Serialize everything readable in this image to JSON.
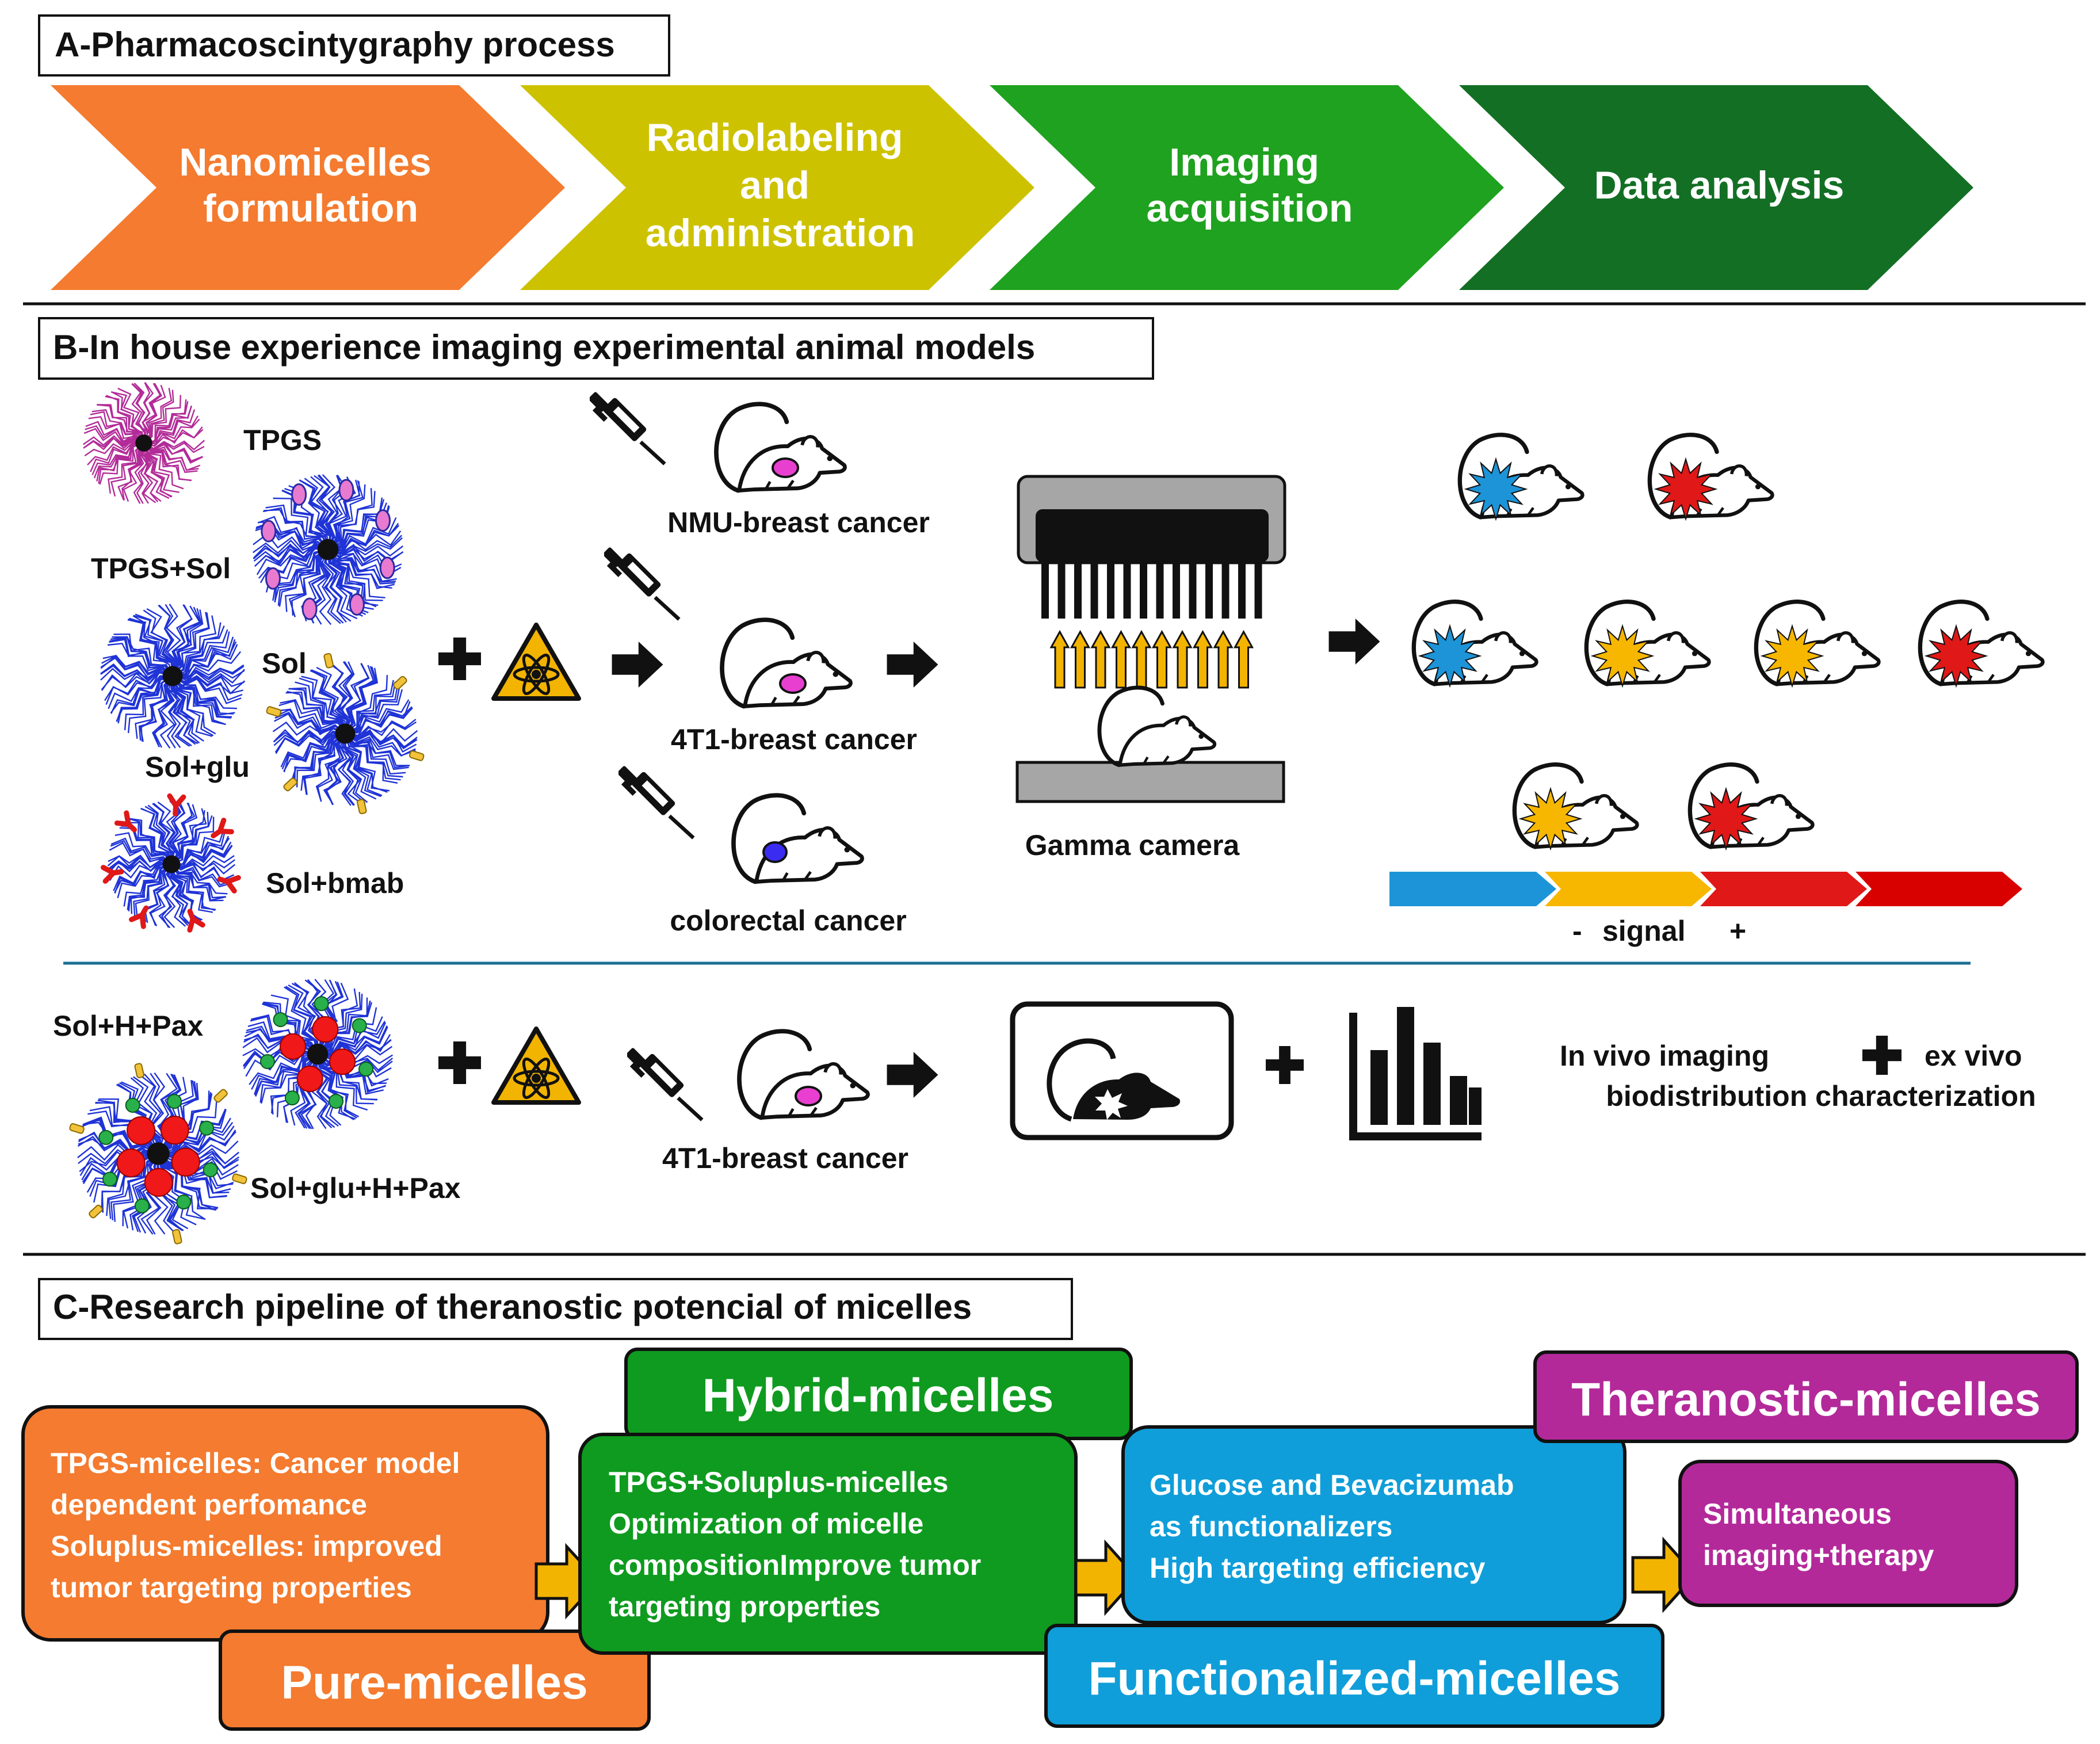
{
  "colors": {
    "orange": "#f47b2f",
    "olive": "#cdc200",
    "green": "#1fa21f",
    "dark_green": "#136f24",
    "stage_green": "#0f9b1f",
    "blue": "#0f9ed9",
    "purple": "#b3299a",
    "yellow_arrow": "#f2b400",
    "signal_blue": "#1d94d8",
    "signal_yellow": "#f7b700",
    "signal_red": "#e01818"
  },
  "section_a": {
    "title": "A-Pharmacoscintygraphy process",
    "steps": [
      {
        "lines": [
          "Nanomicelles",
          "formulation"
        ],
        "color": "#f47b2f"
      },
      {
        "lines": [
          "Radiolabeling",
          "and",
          "administration"
        ],
        "color": "#cdc200"
      },
      {
        "lines": [
          "Imaging",
          "acquisition"
        ],
        "color": "#1fa21f"
      },
      {
        "lines": [
          "Data analysis"
        ],
        "color": "#136f24"
      }
    ]
  },
  "section_b": {
    "title": "B-In house experience imaging experimental animal models",
    "micelles": {
      "tpgs": "TPGS",
      "tpgs_sol": "TPGS+Sol",
      "sol": "Sol",
      "sol_glu": "Sol+glu",
      "sol_bmab": "Sol+bmab",
      "sol_h_pax": "Sol+H+Pax",
      "sol_glu_h_pax": "Sol+glu+H+Pax"
    },
    "models": {
      "nmu": "NMU-breast cancer",
      "t41": "4T1-breast cancer",
      "colorectal": "colorectal cancer",
      "t41_lower": "4T1-breast cancer"
    },
    "camera_label": "Gamma camera",
    "signal": {
      "minus": "-",
      "label": "signal",
      "plus": "+"
    },
    "in_vivo": "In vivo imaging",
    "ex_vivo": "ex vivo",
    "biodistribution": "biodistribution characterization"
  },
  "section_c": {
    "title": "C-Research pipeline of theranostic potencial of micelles",
    "pure": {
      "label": "Pure-micelles",
      "lines": [
        "TPGS-micelles: Cancer model",
        "dependent perfomance",
        "Soluplus-micelles: improved",
        "tumor targeting properties"
      ]
    },
    "hybrid": {
      "label": "Hybrid-micelles",
      "lines": [
        "TPGS+Soluplus-micelles",
        "Optimization of micelle",
        "compositionImprove tumor",
        "targeting properties"
      ]
    },
    "functionalized": {
      "label": "Functionalized-micelles",
      "lines": [
        "Glucose and Bevacizumab",
        "as functionalizers",
        "High targeting efficiency"
      ]
    },
    "theranostic": {
      "label": "Theranostic-micelles",
      "lines": [
        "Simultaneous",
        "imaging+therapy"
      ]
    }
  }
}
